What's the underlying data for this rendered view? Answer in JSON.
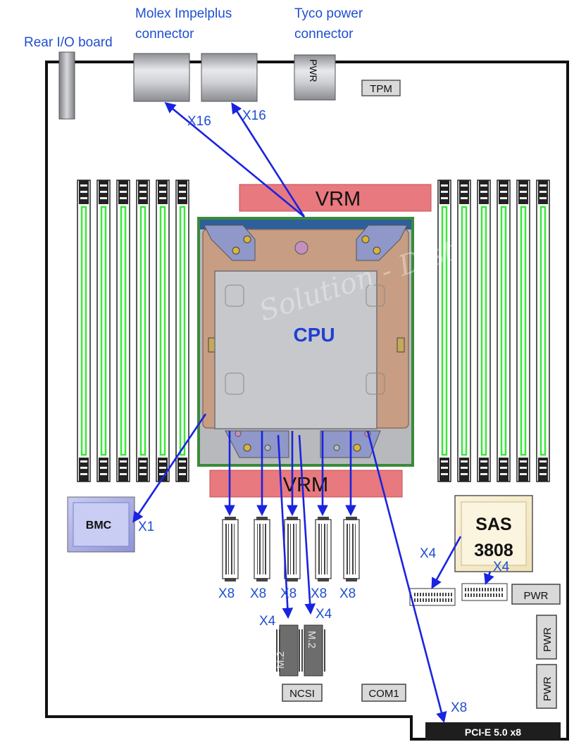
{
  "labels": {
    "rear_io": "Rear I/O board",
    "molex_line1": "Molex Impelplus",
    "molex_line2": "connector",
    "tyco_line1": "Tyco power",
    "tyco_line2": "connector"
  },
  "components": {
    "pwr_top": "PWR",
    "tpm": "TPM",
    "vrm_top": "VRM",
    "vrm_bottom": "VRM",
    "cpu": "CPU",
    "bmc": "BMC",
    "sas_line1": "SAS",
    "sas_line2": "3808",
    "pwr_right_1": "PWR",
    "pwr_right_2": "PWR",
    "pwr_right_3": "PWR",
    "m2_left": "M.2",
    "m2_right": "M.2",
    "ncsi": "NCSI",
    "com1": "COM1",
    "pcie": "PCI-E 5.0 x8",
    "watermark": "Solution - Dist"
  },
  "link_labels": {
    "x16_left": "X16",
    "x16_right": "X16",
    "x1_bmc": "X1",
    "x8_1": "X8",
    "x8_2": "X8",
    "x8_3": "X8",
    "x8_4": "X8",
    "x8_5": "X8",
    "x4_m2_left": "X4",
    "x4_m2_right": "X4",
    "x4_sas_left": "X4",
    "x4_sas_right": "X4",
    "x8_pcie": "X8"
  },
  "colors": {
    "link_arrow": "#1a23e0",
    "label_blue": "#1f4fd1",
    "vrm_fill": "#e8797e",
    "dimm_green": "#39e83a",
    "cpu_text": "#1f3fd6",
    "pcie_fill": "#1e1e1e"
  }
}
